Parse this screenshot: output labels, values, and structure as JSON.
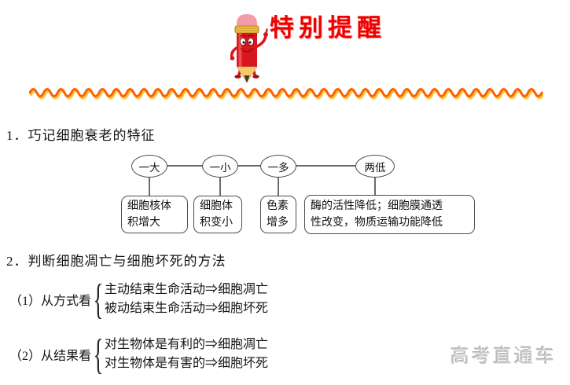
{
  "header": {
    "title": "特别提醒"
  },
  "sections": {
    "aging": {
      "heading": "1．巧记细胞衰老的特征",
      "diagram": {
        "ovals": [
          "一大",
          "一小",
          "一多",
          "两低"
        ],
        "boxes": [
          "细胞核体\n积增大",
          "细胞体\n积变小",
          "色素\n增多",
          "酶的活性降低；细胞膜通透\n性改变，物质运输功能降低"
        ]
      }
    },
    "death": {
      "heading": "2．判断细胞凋亡与细胞坏死的方法",
      "methods": [
        {
          "label": "（1）从方式看",
          "items": [
            "主动结束生命活动⇒细胞凋亡",
            "被动结束生命活动⇒细胞坏死"
          ]
        },
        {
          "label": "（2）从结果看",
          "items": [
            "对生物体是有利的⇒细胞凋亡",
            "对生物体是有害的⇒细胞坏死"
          ]
        }
      ]
    }
  },
  "watermark": "高考直通车",
  "colors": {
    "title_red": "#ee0000",
    "wave_orange": "#ff5f00",
    "wave_yellow": "#ffc83d",
    "diagram_stroke": "#4d4d4d",
    "watermark_gray": "#c9c9c9"
  },
  "icons": {
    "mascot": "pencil-mascot"
  }
}
